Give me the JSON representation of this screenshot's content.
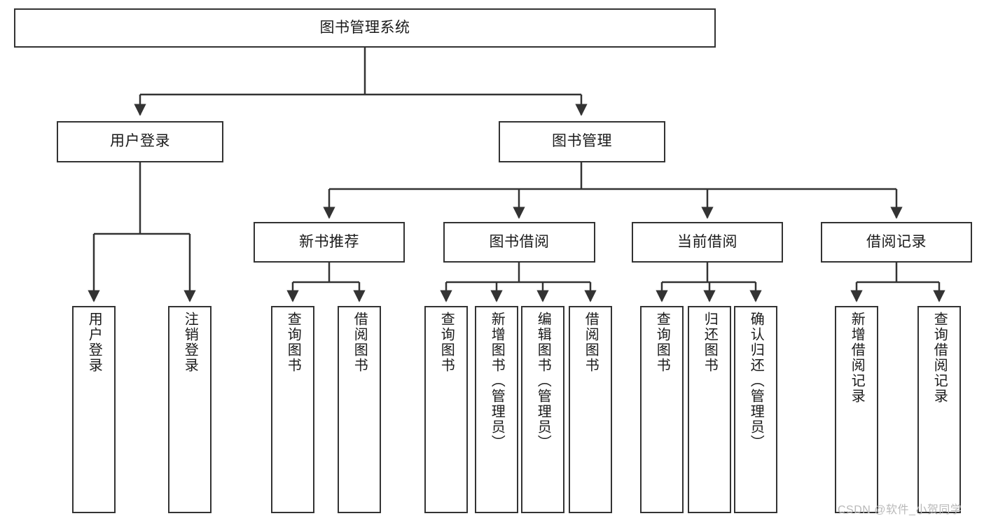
{
  "diagram": {
    "type": "hierarchy-tree",
    "title": "图书管理系统",
    "background": "#ffffff",
    "stroke_color": "#333333",
    "text_color": "#1a1a1a",
    "root": {
      "id": "root",
      "label": "图书管理系统"
    },
    "level1": [
      {
        "id": "user-login",
        "label": "用户登录"
      },
      {
        "id": "book-management",
        "label": "图书管理"
      }
    ],
    "level2": [
      {
        "id": "new-book-recommend",
        "label": "新书推荐",
        "parent": "book-management"
      },
      {
        "id": "book-borrow",
        "label": "图书借阅",
        "parent": "book-management"
      },
      {
        "id": "current-borrow",
        "label": "当前借阅",
        "parent": "book-management"
      },
      {
        "id": "borrow-record",
        "label": "借阅记录",
        "parent": "book-management"
      }
    ],
    "leaves": {
      "user_login": [
        {
          "id": "leaf-user-login",
          "label": "用户登录"
        },
        {
          "id": "leaf-logout",
          "label": "注销登录"
        }
      ],
      "new_book_recommend": [
        {
          "id": "leaf-query-book-1",
          "label": "查询图书"
        },
        {
          "id": "leaf-borrow-book-1",
          "label": "借阅图书"
        }
      ],
      "book_borrow": [
        {
          "id": "leaf-query-book-2",
          "label": "查询图书"
        },
        {
          "id": "leaf-add-book",
          "label": "新增图书（管理员）"
        },
        {
          "id": "leaf-edit-book",
          "label": "编辑图书（管理员）"
        },
        {
          "id": "leaf-borrow-book-2",
          "label": "借阅图书"
        }
      ],
      "current_borrow": [
        {
          "id": "leaf-query-book-3",
          "label": "查询图书"
        },
        {
          "id": "leaf-return-book",
          "label": "归还图书"
        },
        {
          "id": "leaf-confirm-return",
          "label": "确认归还（管理员）"
        }
      ],
      "borrow_record": [
        {
          "id": "leaf-add-record",
          "label": "新增借阅记录"
        },
        {
          "id": "leaf-query-record",
          "label": "查询借阅记录"
        }
      ]
    }
  },
  "watermark": {
    "text": "CSDN @软件_小贺同学"
  }
}
